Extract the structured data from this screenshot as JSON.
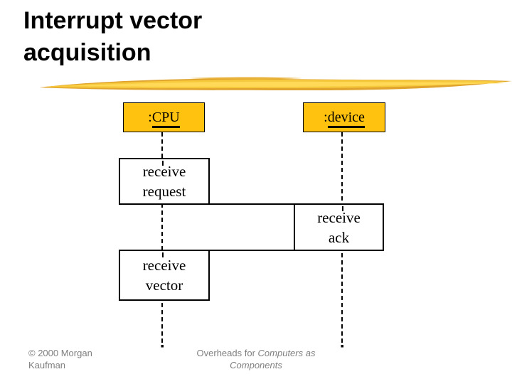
{
  "slide": {
    "title": "Interrupt vector acquisition"
  },
  "colors": {
    "object_fill": "#FFC20E",
    "brush_dark": "#DFA32E",
    "brush_mid": "#F6C83B",
    "brush_light": "#FFD957",
    "footer_text": "#7F7F7F",
    "line": "#000000"
  },
  "diagram": {
    "objects": [
      {
        "prefix": ":",
        "name": "CPU"
      },
      {
        "prefix": ":",
        "name": "device"
      }
    ],
    "activations": [
      {
        "line1": "receive",
        "line2": "request",
        "lifeline": "CPU"
      },
      {
        "line1": "receive",
        "line2": "ack",
        "lifeline": "device"
      },
      {
        "line1": "receive",
        "line2": "vector",
        "lifeline": "CPU"
      }
    ]
  },
  "footer": {
    "copyright": "© 2000 Morgan Kaufman",
    "center_regular": "Overheads for ",
    "center_italic": "Computers as Components"
  }
}
